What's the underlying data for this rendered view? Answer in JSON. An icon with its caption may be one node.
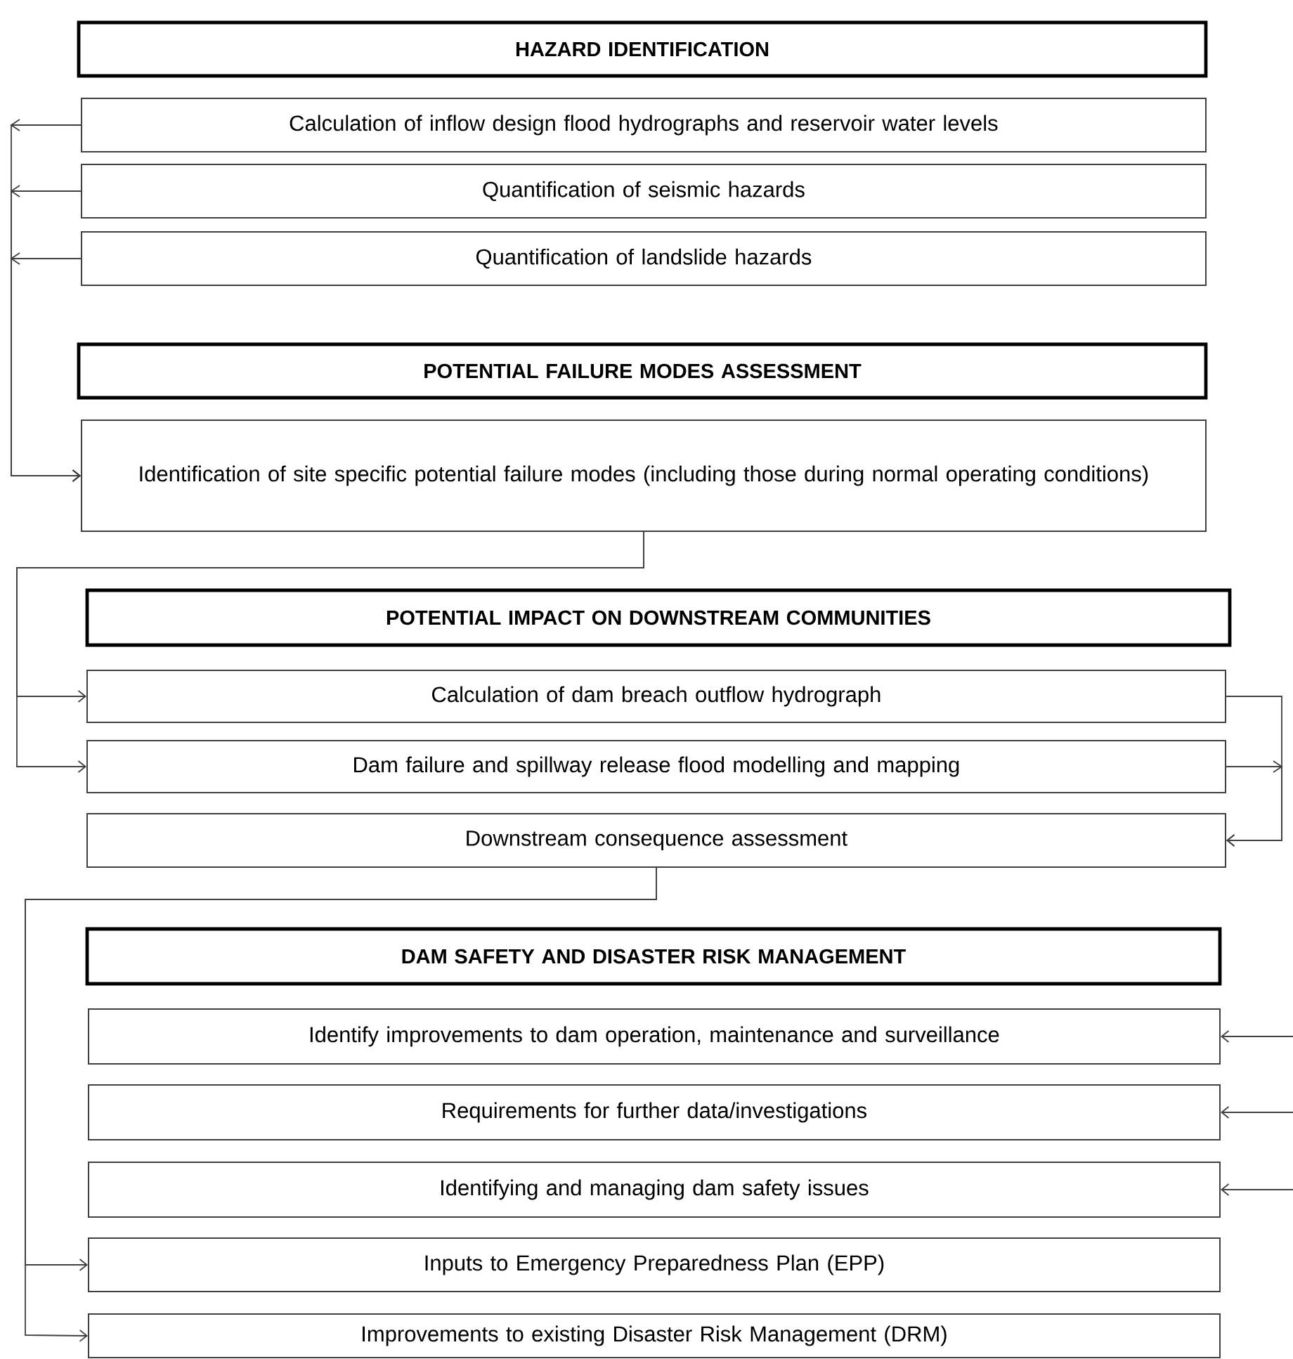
{
  "diagram": {
    "nodes": [
      {
        "text": [
          "HAZARD IDENTIFICATION"
        ]
      },
      {
        "text": [
          "Calculation of inflow design flood hydrographs and reservoir water levels"
        ]
      },
      {
        "text": [
          "Quantification of seismic hazards"
        ]
      },
      {
        "text": [
          "Quantification of landslide hazards"
        ]
      },
      {
        "text": [
          "POTENTIAL FAILURE MODES ASSESSMENT"
        ]
      },
      {
        "text": [
          "Identification of site specific potential failure modes (including those during normal operating conditions)"
        ]
      },
      {
        "text": [
          "POTENTIAL IMPACT ON DOWNSTREAM COMMUNITIES"
        ]
      },
      {
        "text": [
          "Calculation of dam breach outflow hydrograph"
        ]
      },
      {
        "text": [
          "Dam failure and spillway release flood modelling and mapping"
        ]
      },
      {
        "text": [
          "Downstream consequence assessment"
        ]
      },
      {
        "text": [
          "DAM SAFETY AND DISASTER RISK MANAGEMENT"
        ]
      },
      {
        "text": [
          "Identify improvements to dam operation, maintenance and surveillance"
        ]
      },
      {
        "text": [
          "Requirements for further data/investigations"
        ]
      },
      {
        "text": [
          "Identifying and managing dam safety issues"
        ]
      },
      {
        "text": [
          "Inputs to Emergency Preparedness Plan (EPP)"
        ]
      },
      {
        "text": [
          "Improvements to existing Disaster Risk Management (DRM)"
        ]
      }
    ],
    "edges": [
      {
        "from": 1,
        "to": 5,
        "arrow": "to"
      },
      {
        "from": 2,
        "to": 5,
        "arrow": "to"
      },
      {
        "from": 3,
        "to": 5,
        "arrow": "to"
      },
      {
        "from": 5,
        "to": 7,
        "arrow": "to"
      },
      {
        "from": 5,
        "to": 8,
        "arrow": "to"
      },
      {
        "from": 7,
        "to": 9,
        "arrow": "to"
      },
      {
        "from": 8,
        "to": 9,
        "arrow": "to"
      },
      {
        "from": 9,
        "to": 14,
        "arrow": "to"
      },
      {
        "from": 9,
        "to": 15,
        "arrow": "to"
      },
      {
        "from": null,
        "to": 11,
        "arrow": "to"
      },
      {
        "from": null,
        "to": 12,
        "arrow": "to"
      },
      {
        "from": null,
        "to": 13,
        "arrow": "to"
      }
    ]
  }
}
